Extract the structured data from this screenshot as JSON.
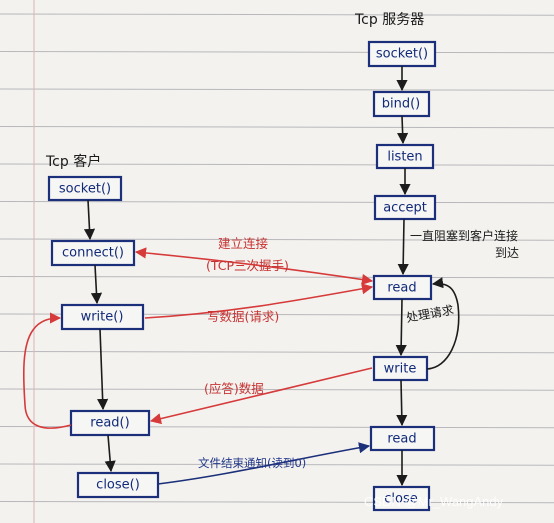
{
  "server": {
    "title": "Tcp 服务器",
    "boxes": {
      "socket": "socket()",
      "bind": "bind()",
      "listen": "listen",
      "accept": "accept",
      "read": "read",
      "write": "write",
      "read2": "read",
      "close": "close"
    },
    "notes": {
      "block": "一直阻塞到客户连接",
      "arrive": "到达",
      "process": "处理请求"
    }
  },
  "client": {
    "title": "Tcp 客户",
    "boxes": {
      "socket": "socket()",
      "connect": "connect()",
      "write": "write()",
      "read": "read()",
      "close": "close()"
    }
  },
  "messages": {
    "connect": "建立连接",
    "handshake": "(TCP三次握手)",
    "request": "写数据(请求)",
    "response": "(应答)数据",
    "eof": "文件结束通知(读到0)"
  },
  "watermark": "CSDN @Mr_WangAndy"
}
